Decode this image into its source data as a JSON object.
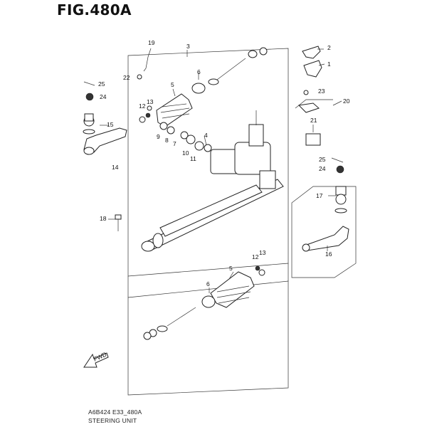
{
  "figure": {
    "title": "FIG.480A",
    "code": "A6B424 E33_480A",
    "name": "STEERING UNIT",
    "fwd_label": "FWD"
  },
  "callouts": [
    "1",
    "2",
    "3",
    "4",
    "5",
    "6",
    "7",
    "8",
    "9",
    "10",
    "11",
    "12",
    "13",
    "14",
    "15",
    "16",
    "17",
    "18",
    "19",
    "20",
    "21",
    "22",
    "23",
    "24",
    "25"
  ]
}
